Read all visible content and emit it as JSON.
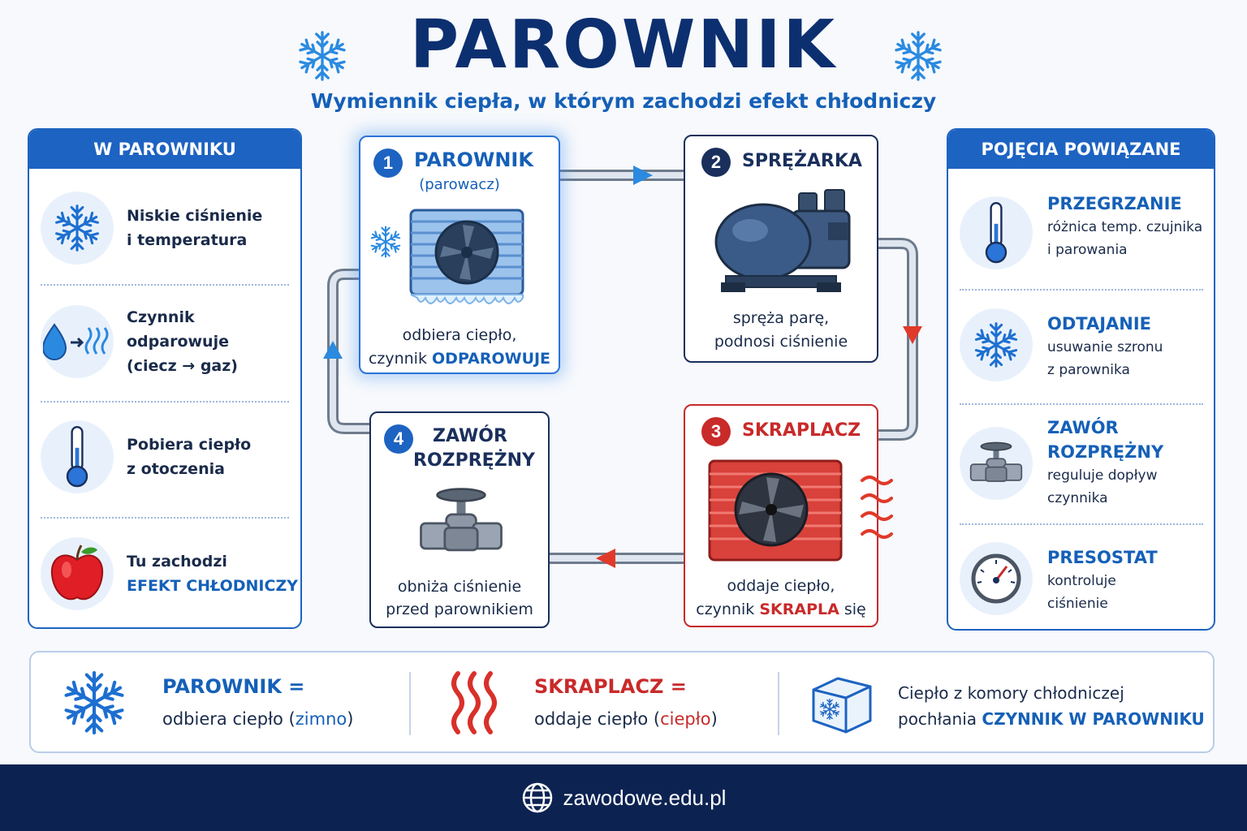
{
  "header": {
    "title": "PAROWNIK",
    "subtitle": "Wymiennik ciepła, w którym zachodzi efekt chłodniczy"
  },
  "left_panel": {
    "title": "W PAROWNIKU",
    "items": [
      {
        "icon": "snowflake-icon",
        "line1": "Niskie ciśnienie",
        "line2": "i temperatura"
      },
      {
        "icon": "droplet-vapor-icon",
        "line1": "Czynnik odparowuje",
        "line2": "(ciecz → gaz)"
      },
      {
        "icon": "thermometer-icon",
        "line1": "Pobiera ciepło",
        "line2": "z otoczenia"
      },
      {
        "icon": "apple-icon",
        "line1": "Tu zachodzi",
        "line2": "EFEKT CHŁODNICZY"
      }
    ]
  },
  "right_panel": {
    "title": "POJĘCIA POWIĄZANE",
    "items": [
      {
        "icon": "thermometer-icon",
        "title": "PRZEGRZANIE",
        "desc1": "różnica temp. czujnika",
        "desc2": "i parowania"
      },
      {
        "icon": "snowflake-icon",
        "title": "ODTAJANIE",
        "desc1": "usuwanie szronu",
        "desc2": "z parownika"
      },
      {
        "icon": "valve-icon",
        "title1": "ZAWÓR",
        "title2": "ROZPRĘŻNY",
        "desc1": "reguluje dopływ",
        "desc2": "czynnika"
      },
      {
        "icon": "gauge-icon",
        "title": "PRESOSTAT",
        "desc1": "kontroluje",
        "desc2": "ciśnienie"
      }
    ]
  },
  "cycle": {
    "evaporator": {
      "num": "1",
      "title": "PAROWNIK",
      "subtitle": "(parowacz)",
      "desc1": "odbiera ciepło,",
      "desc2_pre": "czynnik ",
      "desc2_hl": "ODPAROWUJE"
    },
    "compressor": {
      "num": "2",
      "title": "SPRĘŻARKA",
      "desc1": "spręża parę,",
      "desc2": "podnosi ciśnienie"
    },
    "condenser": {
      "num": "3",
      "title": "SKRAPLACZ",
      "desc1": "oddaje ciepło,",
      "desc2_pre": "czynnik ",
      "desc2_hl": "SKRAPLA",
      "desc2_post": " się"
    },
    "valve": {
      "num": "4",
      "title1": "ZAWÓR",
      "title2": "ROZPRĘŻNY",
      "desc1": "obniża ciśnienie",
      "desc2": "przed parownikiem"
    }
  },
  "summary": {
    "evap_title": "PAROWNIK =",
    "evap_pre": "odbiera ciepło (",
    "evap_hl": "zimno",
    "evap_post": ")",
    "cond_title": "SKRAPLACZ =",
    "cond_pre": "oddaje ciepło (",
    "cond_hl": "ciepło",
    "cond_post": ")",
    "heat_line1": "Ciepło z komory chłodniczej",
    "heat_pre": "pochłania ",
    "heat_hl": "CZYNNIK W PAROWNIKU"
  },
  "footer": {
    "site": "zawodowe.edu.pl",
    "icon": "globe-icon"
  },
  "colors": {
    "navy": "#0c2f70",
    "blue": "#1d63c2",
    "red": "#c92a2a",
    "footer": "#0c2352"
  }
}
